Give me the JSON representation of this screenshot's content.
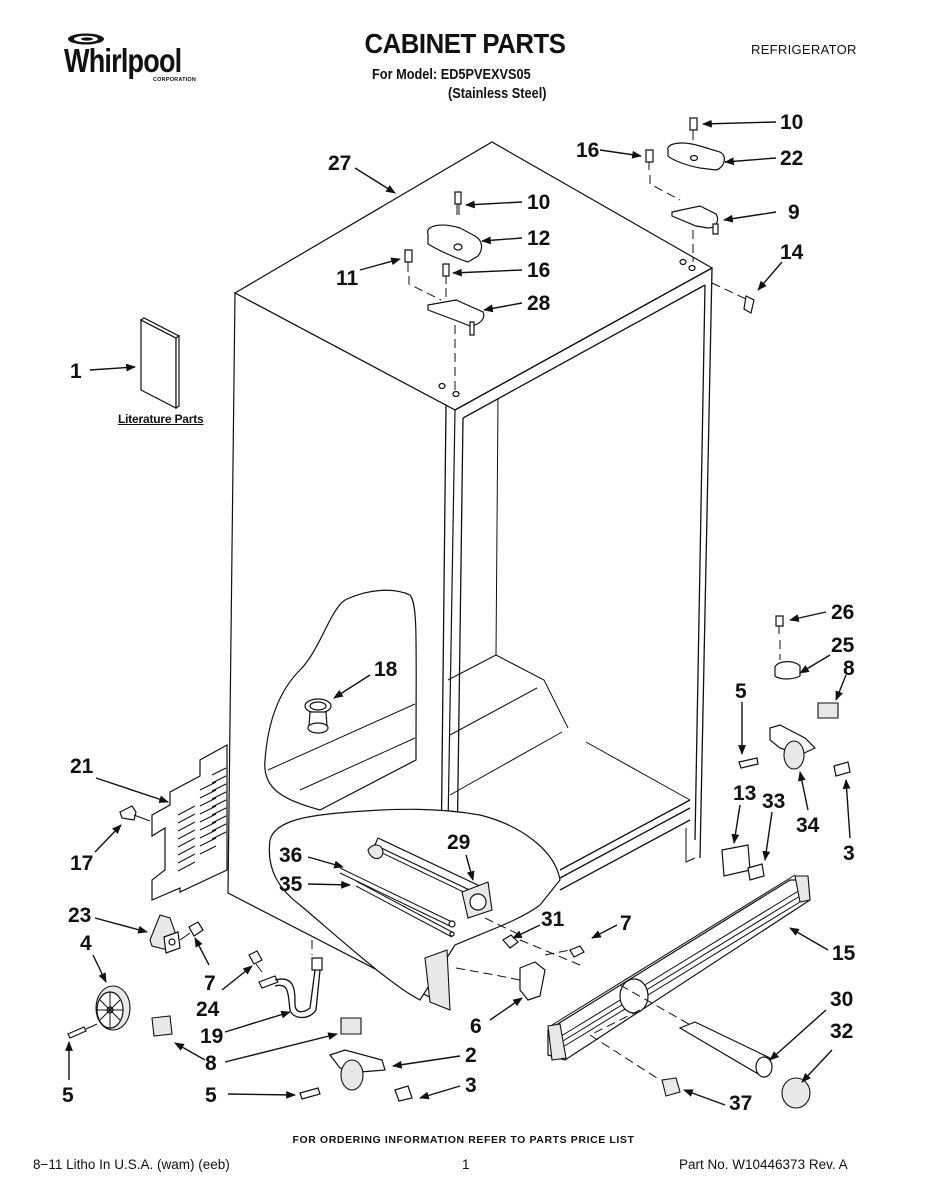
{
  "header": {
    "brand": "Whirlpool",
    "brand_sub": "CORPORATION",
    "title": "CABINET PARTS",
    "model_line": "For Model: ED5PVEXVS05",
    "finish_line": "(Stainless Steel)",
    "category": "REFRIGERATOR"
  },
  "literature_label": "Literature Parts",
  "footer": {
    "order_note": "FOR ORDERING INFORMATION REFER TO PARTS PRICE LIST",
    "print_info": "8−11 Litho In U.S.A. (wam) (eeb)",
    "page_number": "1",
    "part_number": "Part No. W10446373 Rev. A"
  },
  "callouts": [
    {
      "id": "c1",
      "label": "1"
    },
    {
      "id": "c27",
      "label": "27"
    },
    {
      "id": "c10a",
      "label": "10"
    },
    {
      "id": "c12",
      "label": "12"
    },
    {
      "id": "c11",
      "label": "11"
    },
    {
      "id": "c16a",
      "label": "16"
    },
    {
      "id": "c28",
      "label": "28"
    },
    {
      "id": "c10b",
      "label": "10"
    },
    {
      "id": "c16b",
      "label": "16"
    },
    {
      "id": "c22",
      "label": "22"
    },
    {
      "id": "c9",
      "label": "9"
    },
    {
      "id": "c14",
      "label": "14"
    },
    {
      "id": "c18",
      "label": "18"
    },
    {
      "id": "c26",
      "label": "26"
    },
    {
      "id": "c25",
      "label": "25"
    },
    {
      "id": "c8a",
      "label": "8"
    },
    {
      "id": "c5a",
      "label": "5"
    },
    {
      "id": "c34",
      "label": "34"
    },
    {
      "id": "c3a",
      "label": "3"
    },
    {
      "id": "c13",
      "label": "13"
    },
    {
      "id": "c33",
      "label": "33"
    },
    {
      "id": "c21",
      "label": "21"
    },
    {
      "id": "c17",
      "label": "17"
    },
    {
      "id": "c36",
      "label": "36"
    },
    {
      "id": "c29",
      "label": "29"
    },
    {
      "id": "c35",
      "label": "35"
    },
    {
      "id": "c31",
      "label": "31"
    },
    {
      "id": "c7a",
      "label": "7"
    },
    {
      "id": "c15",
      "label": "15"
    },
    {
      "id": "c23",
      "label": "23"
    },
    {
      "id": "c4",
      "label": "4"
    },
    {
      "id": "c7b",
      "label": "7"
    },
    {
      "id": "c24",
      "label": "24"
    },
    {
      "id": "c19",
      "label": "19"
    },
    {
      "id": "c6",
      "label": "6"
    },
    {
      "id": "c30",
      "label": "30"
    },
    {
      "id": "c32",
      "label": "32"
    },
    {
      "id": "c8b",
      "label": "8"
    },
    {
      "id": "c2",
      "label": "2"
    },
    {
      "id": "c5b",
      "label": "5"
    },
    {
      "id": "c3b",
      "label": "3"
    },
    {
      "id": "c5c",
      "label": "5"
    },
    {
      "id": "c37",
      "label": "37"
    }
  ]
}
